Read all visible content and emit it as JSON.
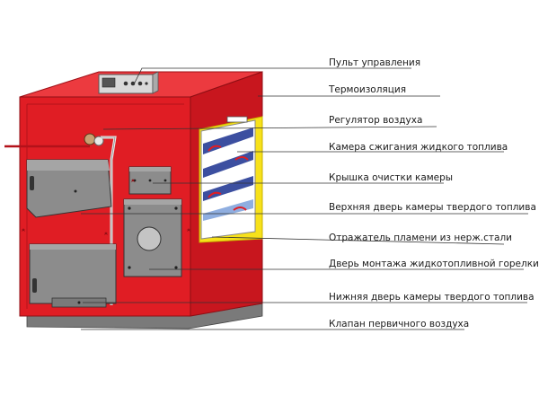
{
  "diagram": {
    "labels": [
      "Пульт управления",
      "Термоизоляция",
      "Регулятор воздуха",
      "Камера сжигания жидкого топлива",
      "Крышка очистки камеры",
      "Верхняя дверь камеры твердого топлива",
      "Отражатель пламени из нерж.стали",
      "Дверь монтажа жидкотопливной горелки",
      "Нижняя дверь камеры твердого  топлива",
      "Клапан первичного воздуха"
    ]
  },
  "colors": {
    "body_red": "#e01d24",
    "body_dark_red": "#b3121a",
    "body_light_red": "#ec3a3f",
    "door_grey": "#8c8c8c",
    "insulation_yellow": "#f7e11a",
    "leader_line": "#333333"
  }
}
